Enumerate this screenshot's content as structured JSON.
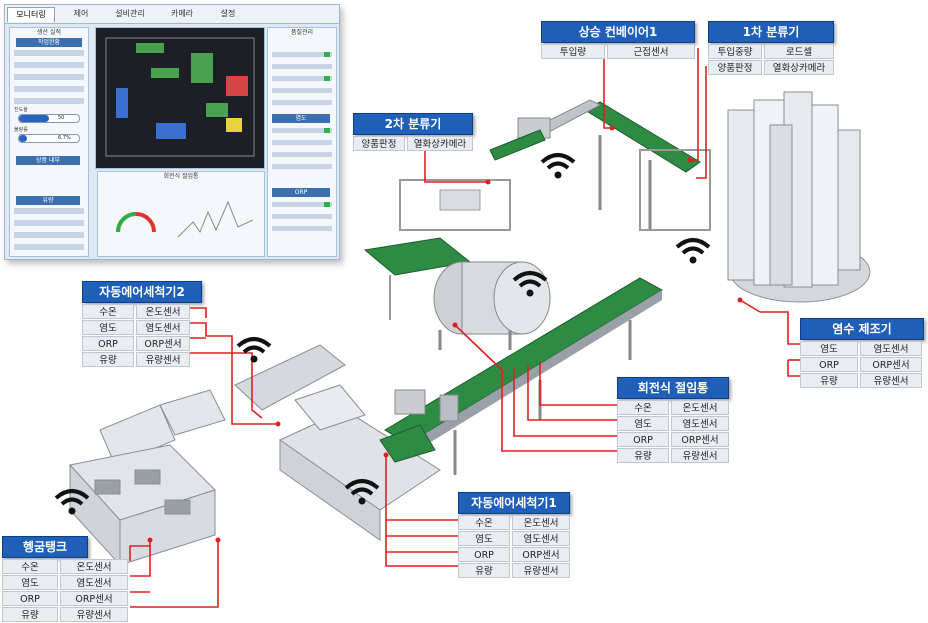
{
  "panel": {
    "tabs": [
      "모니터링",
      "제어",
      "설비관리",
      "카메라",
      "설정"
    ],
    "production_title": "생산 실적",
    "work_state": "작업현황",
    "section_temp": "상품 내부",
    "section_flow": "유량",
    "mid_title": "회전식 절임통",
    "right_title": "품질관리",
    "right_sub1": "염도",
    "right_sub2": "ORP",
    "progress1_label": "진도율",
    "progress1_value": "50",
    "progress2_label": "불량률",
    "progress2_value": "6.7%"
  },
  "callouts": {
    "conveyor1": {
      "title": "상승 컨베이어1",
      "rows": [
        [
          "투입량",
          "근접센서"
        ]
      ]
    },
    "sorter1": {
      "title": "1차 분류기",
      "rows": [
        [
          "투입중량",
          "로드셀"
        ],
        [
          "양품판정",
          "열화상카메라"
        ]
      ]
    },
    "sorter2": {
      "title": "2차 분류기",
      "rows": [
        [
          "양품판정",
          "열화상카메라"
        ]
      ]
    },
    "washer2": {
      "title": "자동에어세척기2",
      "rows": [
        [
          "수온",
          "온도센서"
        ],
        [
          "염도",
          "염도센서"
        ],
        [
          "ORP",
          "ORP센서"
        ],
        [
          "유량",
          "유량센서"
        ]
      ]
    },
    "brine": {
      "title": "염수 제조기",
      "rows": [
        [
          "염도",
          "염도센서"
        ],
        [
          "ORP",
          "ORP센서"
        ],
        [
          "유량",
          "유량센서"
        ]
      ]
    },
    "tumbler": {
      "title": "회전식 절임통",
      "rows": [
        [
          "수온",
          "온도센서"
        ],
        [
          "염도",
          "염도센서"
        ],
        [
          "ORP",
          "ORP센서"
        ],
        [
          "유량",
          "유량센서"
        ]
      ]
    },
    "washer1": {
      "title": "자동에어세척기1",
      "rows": [
        [
          "수온",
          "온도센서"
        ],
        [
          "염도",
          "염도센서"
        ],
        [
          "ORP",
          "ORP센서"
        ],
        [
          "유량",
          "유량센서"
        ]
      ]
    },
    "tank": {
      "title": "헹굼탱크",
      "rows": [
        [
          "수온",
          "온도센서"
        ],
        [
          "염도",
          "염도센서"
        ],
        [
          "ORP",
          "ORP센서"
        ],
        [
          "유량",
          "유량센서"
        ]
      ]
    }
  }
}
